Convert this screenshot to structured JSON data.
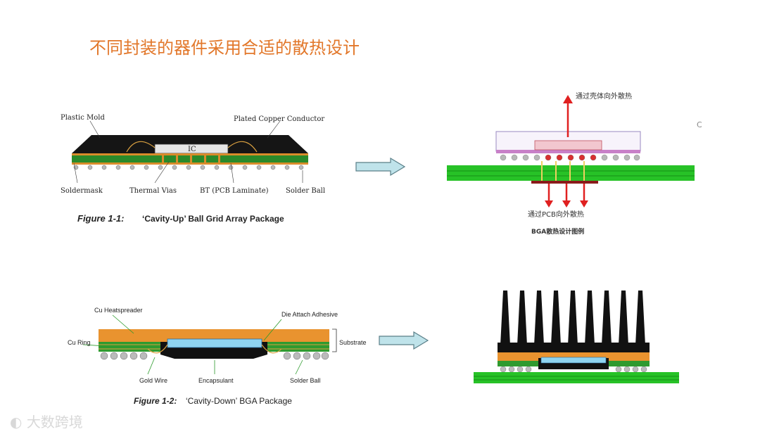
{
  "title": "不同封装的器件采用合适的散热设计",
  "fig1": {
    "labels": {
      "plastic_mold": "Plastic Mold",
      "plated_copper": "Plated Copper Conductor",
      "ic": "IC",
      "soldermask": "Soldermask",
      "thermal_vias": "Thermal Vias",
      "bt": "BT (PCB Laminate)",
      "solder_ball": "Solder Ball"
    },
    "caption_prefix": "Figure 1-1:",
    "caption_text": "‘Cavity-Up’ Ball Grid Array Package"
  },
  "fig_right1": {
    "top_label": "通过壳体向外散热",
    "bottom_label": "通过PCB向外散热",
    "caption": "BGA散热设计图例",
    "edge_mark": "C"
  },
  "fig2": {
    "labels": {
      "cu_heatspreader": "Cu Heatspreader",
      "die_attach": "Die Attach Adhesive",
      "cu_ring": "Cu Ring",
      "substrate": "Substrate",
      "gold_wire": "Gold Wire",
      "encapsulant": "Encapsulant",
      "solder_ball": "Solder Ball"
    },
    "caption_prefix": "Figure 1-2:",
    "caption_text": "‘Cavity-Down’ BGA Package"
  },
  "watermark": "大数跨境",
  "colors": {
    "title": "#e2772a",
    "pcb_green": "#27c227",
    "heat_arrow": "#e02020",
    "orange": "#e9932f",
    "arrow_fill": "#bfe3ea",
    "arrow_stroke": "#5a7f88"
  }
}
